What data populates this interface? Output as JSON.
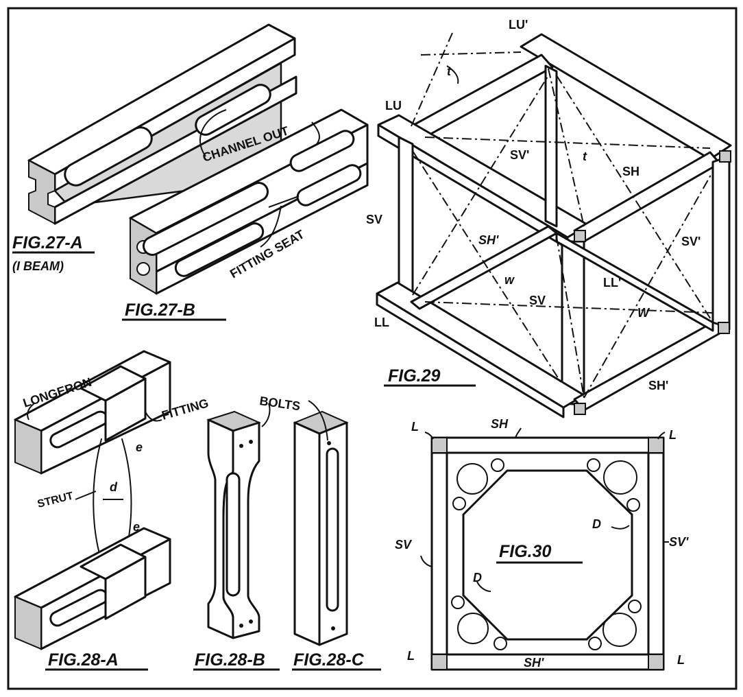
{
  "figures": {
    "fig27a": {
      "title": "FIG.27-A",
      "subtitle": "(I BEAM)"
    },
    "fig27b": {
      "title": "FIG.27-B",
      "label_channel": "CHANNEL OUT",
      "label_seat": "FITTING SEAT"
    },
    "fig28a": {
      "title": "FIG.28-A",
      "label_longeron": "LONGERON",
      "label_fitting": "FITTING",
      "label_strut": "STRUT",
      "label_d": "d",
      "label_e_top": "e",
      "label_e_bottom": "e"
    },
    "fig28b": {
      "title": "FIG.28-B",
      "label_bolts": "BOLTS"
    },
    "fig28c": {
      "title": "FIG.28-C"
    },
    "fig29": {
      "title": "FIG.29",
      "LU_top": "LU'",
      "LU": "LU",
      "t_top": "t",
      "t_mid": "t",
      "SV_top": "SV'",
      "SH_top": "SH",
      "SV_left": "SV",
      "SH_mid": "SH'",
      "SV_right": "SV'",
      "w_left": "w",
      "SV_mid": "SV",
      "LL_right": "LL'",
      "W_right": "W",
      "LL": "LL",
      "SH_bottom": "SH'"
    },
    "fig30": {
      "title": "FIG.30",
      "L_tl": "L",
      "SH_top": "SH",
      "L_tr": "L",
      "D_upper": "D",
      "SV_left": "SV",
      "SV_right": "SV'",
      "D_lower": "D",
      "L_bl": "L",
      "SH_bottom": "SH'",
      "L_br": "L"
    }
  }
}
